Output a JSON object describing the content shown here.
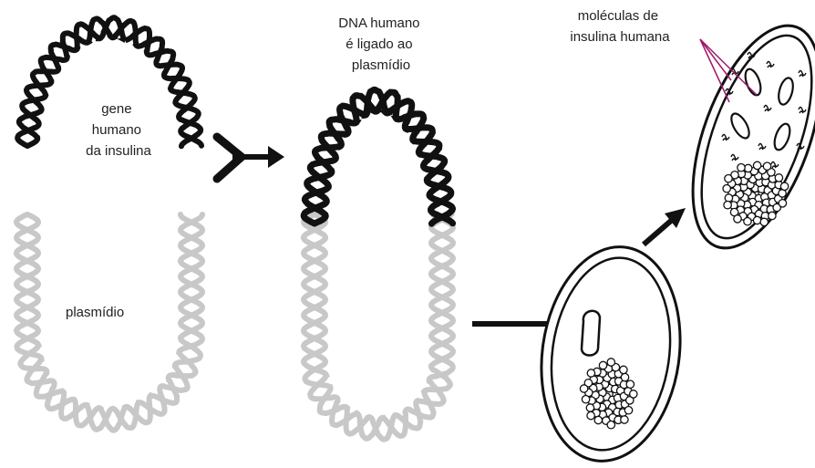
{
  "labels": {
    "gene": [
      "gene",
      "humano",
      "da insulina"
    ],
    "plasmid": "plasmídio",
    "dna_ligated": [
      "DNA humano",
      "é ligado ao",
      "plasmídio"
    ],
    "insulin_molecules": [
      "moléculas de",
      "insulina humana"
    ]
  },
  "colors": {
    "black_dna": "#111111",
    "grey_dna": "#c8c8c8",
    "cell_stroke": "#111111",
    "pointer_lines": "#a0186a"
  },
  "icons": [
    "dna-helix",
    "arrow",
    "bacterial-cell"
  ]
}
